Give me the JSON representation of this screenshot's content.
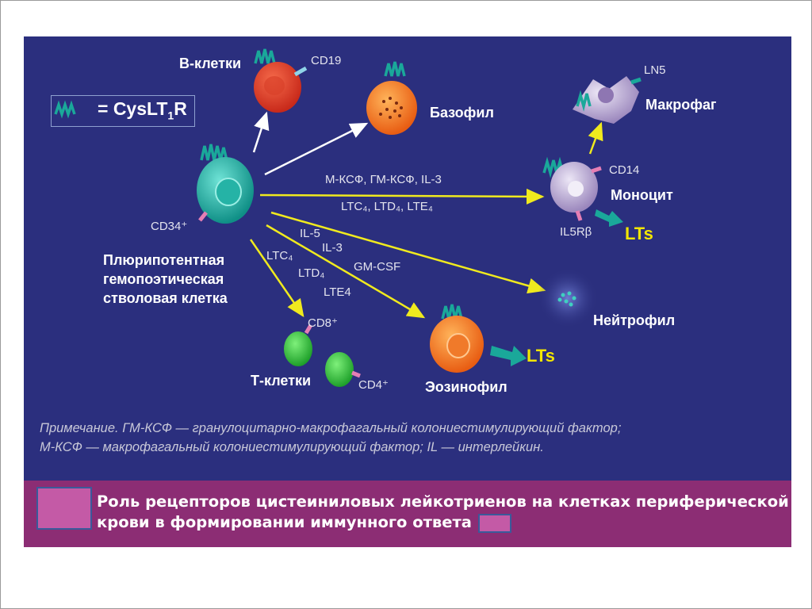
{
  "legend": {
    "equation": "= CysLT",
    "subscript": "1",
    "suffix": "R"
  },
  "cells": {
    "b_cell": "В-клетки",
    "cd19": "CD19",
    "basophil": "Базофил",
    "ln5": "LN5",
    "macrophage": "Макрофаг",
    "cd14": "CD14",
    "monocyte": "Моноцит",
    "il5r": "IL5Rβ",
    "neutrophil": "Нейтрофил",
    "eosinophil": "Эозинофил",
    "t_cells": "Т-клетки",
    "cd8": "CD8⁺",
    "cd4": "CD4⁺",
    "cd34": "CD34⁺",
    "stem_line1": "Плюрипотентная",
    "stem_line2": "гемопоэтическая",
    "stem_line3": "стволовая клетка",
    "lts": "LTs"
  },
  "factors": {
    "line1": "М-КСФ, ГМ-КСФ, IL-3",
    "line2": "LTC₄, LTD₄, LTE₄",
    "il5": "IL-5",
    "il3": "IL-3",
    "gmcsf": "GM-CSF",
    "ltc4": "LTC₄",
    "ltd4": "LTD₄",
    "lte4": "LTE4"
  },
  "note": {
    "line1": "Примечание. ГМ-КСФ — гранулоцитарно-макрофагальный колониестимулирующий фактор;",
    "line2": "М-КСФ — макрофагальный колониестимулирующий фактор; IL — интерлейкин."
  },
  "caption": {
    "line1": "Роль рецепторов цистеиниловых лейкотриенов на клетках периферической",
    "line2": "крови в формировании иммунного ответа"
  },
  "colors": {
    "background": "#2b2f7e",
    "arrow_yellow": "#f0ea1e",
    "arrow_white": "#ffffff",
    "receptor": "#1aa89a",
    "banner": "#8c2d74"
  }
}
